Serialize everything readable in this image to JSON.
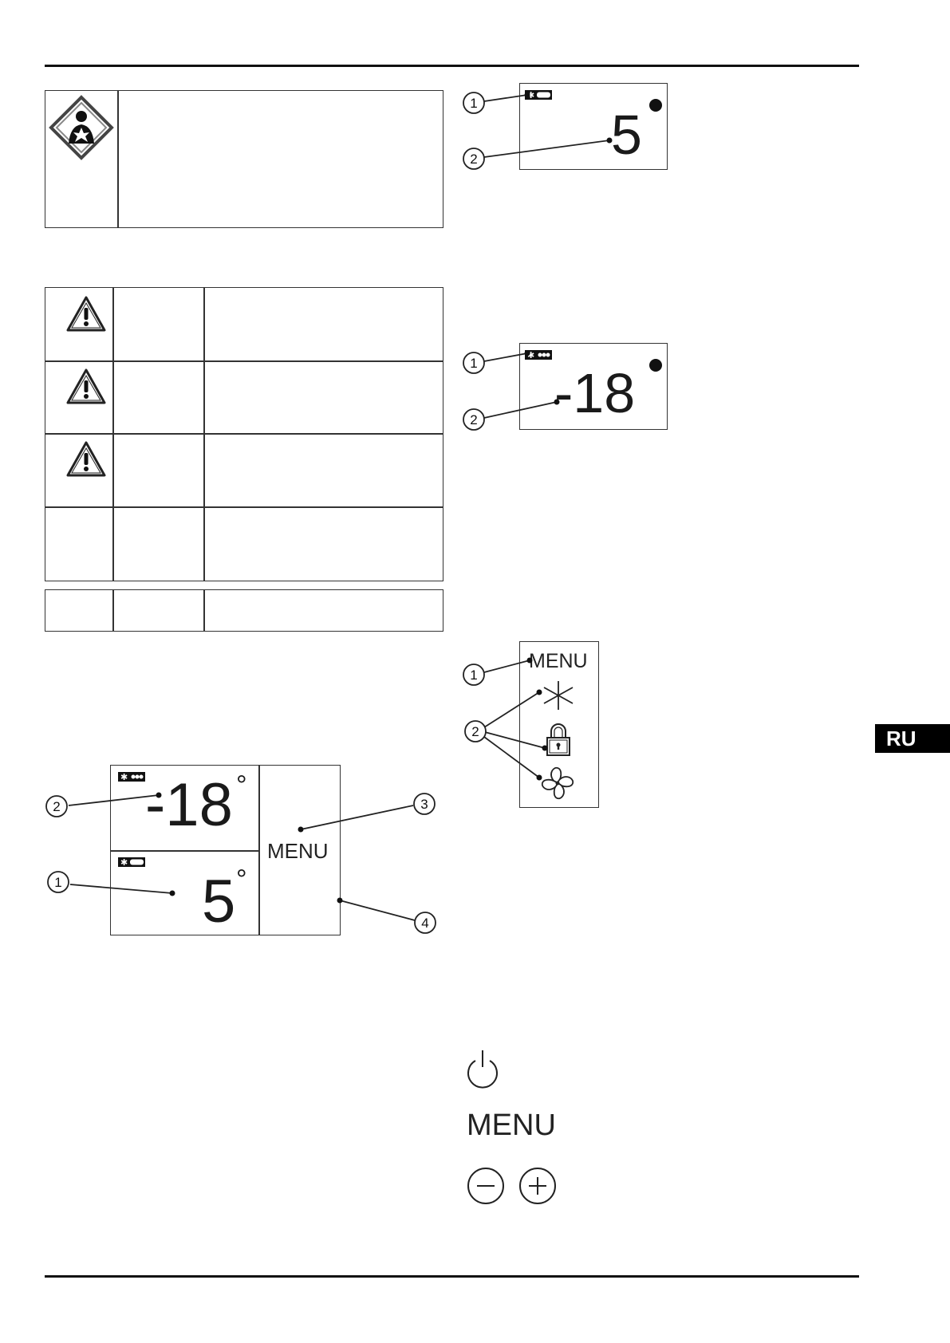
{
  "page_tab": "RU",
  "figure_fridge_display": {
    "value": "5",
    "callouts": [
      "1",
      "2"
    ]
  },
  "figure_freezer_display": {
    "value": "-18",
    "callouts": [
      "1",
      "2"
    ]
  },
  "figure_main_panel": {
    "freezer_value": "-18",
    "fridge_value": "5",
    "degree_symbol": "°",
    "menu_label": "MENU",
    "callouts": [
      "2",
      "3",
      "1",
      "4"
    ]
  },
  "figure_menu_column": {
    "menu_label": "MENU",
    "callouts": [
      "1",
      "2"
    ],
    "icons": [
      "snowflake-icon",
      "lock-icon",
      "fan-icon"
    ]
  },
  "buttons_legend": {
    "menu_label": "MENU",
    "icons": [
      "power-icon",
      "minus-icon",
      "plus-icon"
    ]
  }
}
